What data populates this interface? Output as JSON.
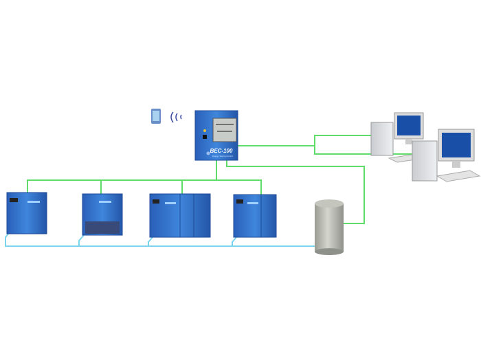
{
  "controller": {
    "model": "BEC-100",
    "subtitle": "Energy Saving Control"
  },
  "colors": {
    "signal_line": "#5fdc6a",
    "air_pipe": "#7ad4ec",
    "equipment_blue": "#2f6fc8",
    "tank": "#b8bab2"
  },
  "compressors": [
    {
      "id": "compressor-1"
    },
    {
      "id": "compressor-2"
    },
    {
      "id": "compressor-3"
    },
    {
      "id": "compressor-4"
    }
  ],
  "computers": [
    {
      "id": "computer-1"
    },
    {
      "id": "computer-2"
    }
  ]
}
